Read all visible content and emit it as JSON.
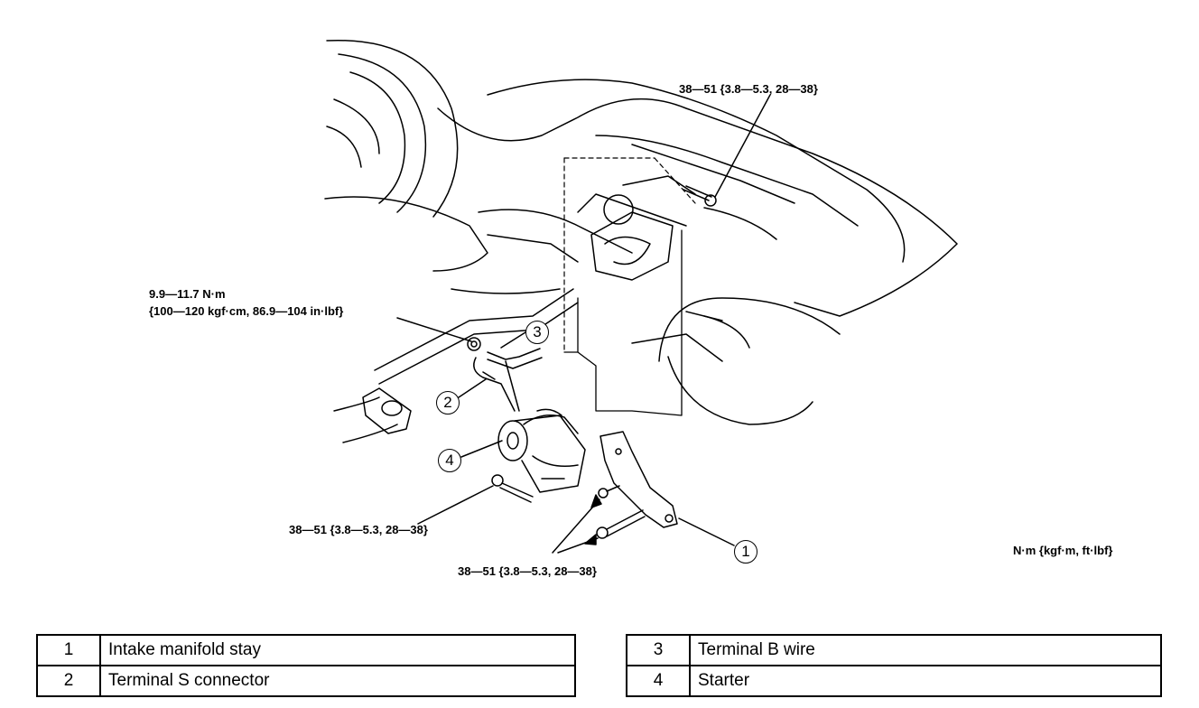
{
  "torque_labels": {
    "top_bolt": "38—51 {3.8—5.3, 28—38}",
    "nut_line1": "9.9—11.7 N·m",
    "nut_line2": "{100—120 kgf·cm, 86.9—104 in·lbf}",
    "starter_bolt": "38—51 {3.8—5.3, 28—38}",
    "stay_bolts": "38—51 {3.8—5.3, 28—38}"
  },
  "units_note": "N·m {kgf·m, ft·lbf}",
  "callouts": [
    "1",
    "2",
    "3",
    "4"
  ],
  "legend": {
    "left": [
      {
        "num": "1",
        "desc": "Intake manifold stay"
      },
      {
        "num": "2",
        "desc": "Terminal S connector"
      }
    ],
    "right": [
      {
        "num": "3",
        "desc": "Terminal B wire"
      },
      {
        "num": "4",
        "desc": "Starter"
      }
    ]
  }
}
